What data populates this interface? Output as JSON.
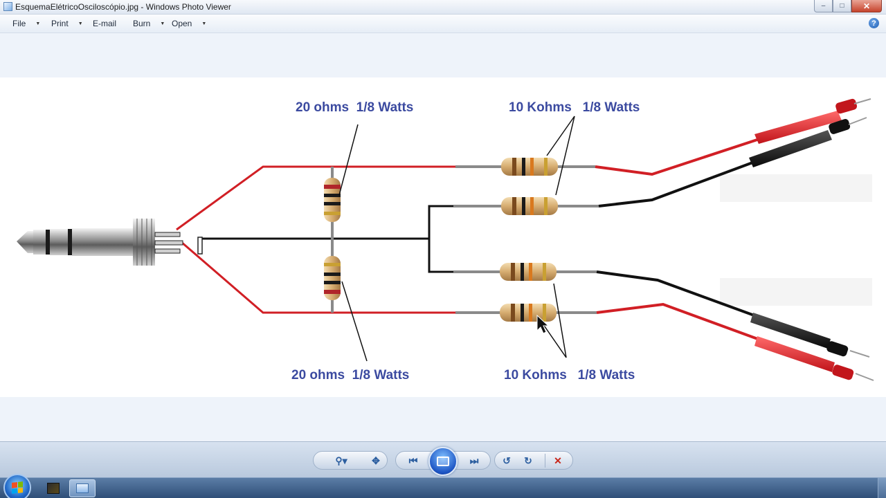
{
  "window": {
    "title": "EsquemaElétricoOsciloscópio.jpg - Windows Photo Viewer",
    "icon": "photo-viewer-icon",
    "controls": [
      "minimize-icon",
      "maximize-icon",
      "close-icon"
    ]
  },
  "menu": {
    "file": "File",
    "print": "Print",
    "email": "E-mail",
    "burn": "Burn",
    "open": "Open",
    "help_icon": "help-icon"
  },
  "diagram": {
    "label_top_left": "20 ohms  1/8 Watts",
    "label_top_right": "10 Kohms   1/8 Watts",
    "label_bottom_left": "20 ohms  1/8 Watts",
    "label_bottom_right": "10 Kohms   1/8 Watts",
    "colors": {
      "red_wire": "#d11f25",
      "black_wire": "#111111",
      "label": "#3b4aa0"
    }
  },
  "toolbar": {
    "buttons": [
      "zoom-icon",
      "actual-size-icon",
      "previous-icon",
      "slideshow-icon",
      "next-icon",
      "rotate-left-icon",
      "rotate-right-icon",
      "delete-icon"
    ]
  },
  "taskbar": {
    "items": [
      "start-button",
      "app-task",
      "photo-viewer-task"
    ]
  }
}
